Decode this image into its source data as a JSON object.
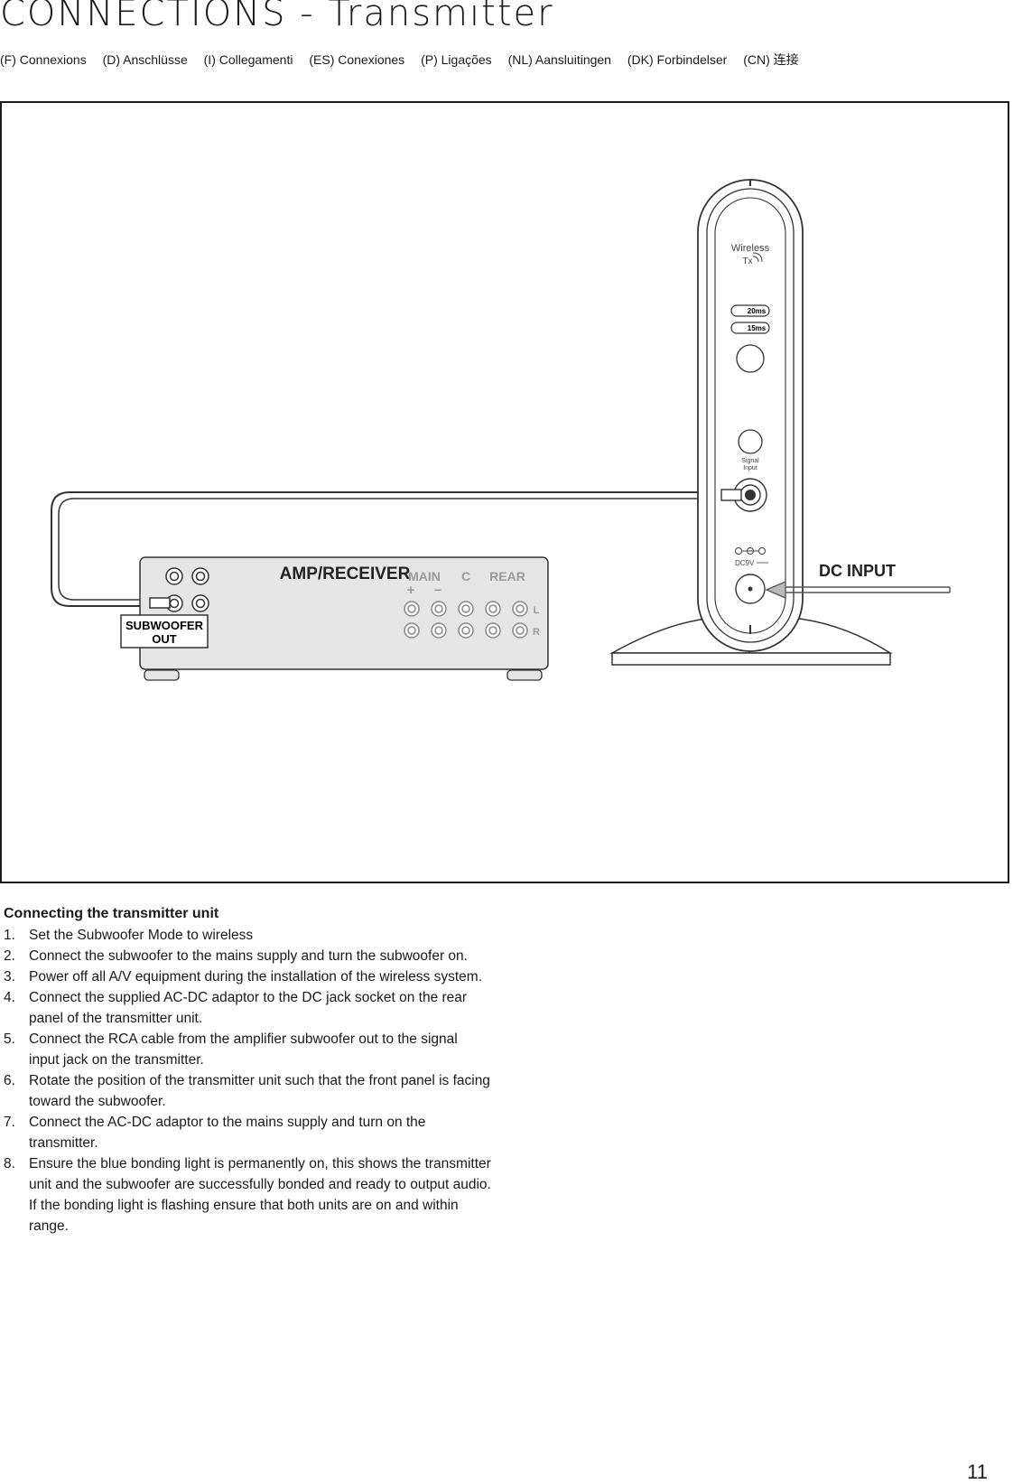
{
  "page": {
    "title": "CONNECTIONS - Transmitter",
    "languages": [
      "(F) Connexions",
      "(D) Anschlüsse",
      "(I) Collegamenti",
      "(ES) Conexiones",
      "(P) Ligações",
      "(NL) Aansluitingen",
      "(DK) Forbindelser",
      "(CN) 连接"
    ],
    "page_number": "11"
  },
  "diagram": {
    "amp_label": "AMP/RECEIVER",
    "main_label": "MAIN",
    "plus_label": "+",
    "minus_label": "−",
    "center_label": "C",
    "rear_label": "REAR",
    "left_label": "L",
    "right_label": "R",
    "sub_out_line1": "SUBWOOFER",
    "sub_out_line2": "OUT",
    "tx_wireless": "Wireless",
    "tx_tx": "Tx",
    "tx_20ms": "20ms",
    "tx_15ms": "15ms",
    "tx_signal": "Signal",
    "tx_input": "Input",
    "tx_dc9v": "DC9V",
    "dc_input_label": "DC INPUT"
  },
  "instructions": {
    "heading": "Connecting the transmitter unit",
    "steps": [
      {
        "num": "1.",
        "text": "Set the Subwoofer Mode to wireless"
      },
      {
        "num": "2.",
        "text": "Connect the subwoofer to the mains supply and turn the subwoofer on."
      },
      {
        "num": "3.",
        "text": "Power off all A/V equipment during the installation of the wireless system."
      },
      {
        "num": "4.",
        "text": "Connect the supplied AC-DC adaptor to the DC jack socket on the rear panel of the transmitter unit."
      },
      {
        "num": "5.",
        "text": "Connect the RCA cable from the amplifier subwoofer out to the signal input jack on the transmitter."
      },
      {
        "num": "6.",
        "text": "Rotate the position of the transmitter unit such that the front panel is facing toward the subwoofer."
      },
      {
        "num": "7.",
        "text": "Connect the AC-DC adaptor to the mains supply and turn on the transmitter."
      },
      {
        "num": "8.",
        "text": "Ensure the blue bonding light is permanently on, this shows the transmitter unit and the subwoofer are successfully bonded and ready to output audio. If the bonding light is flashing ensure that both units are on and within range."
      }
    ]
  }
}
